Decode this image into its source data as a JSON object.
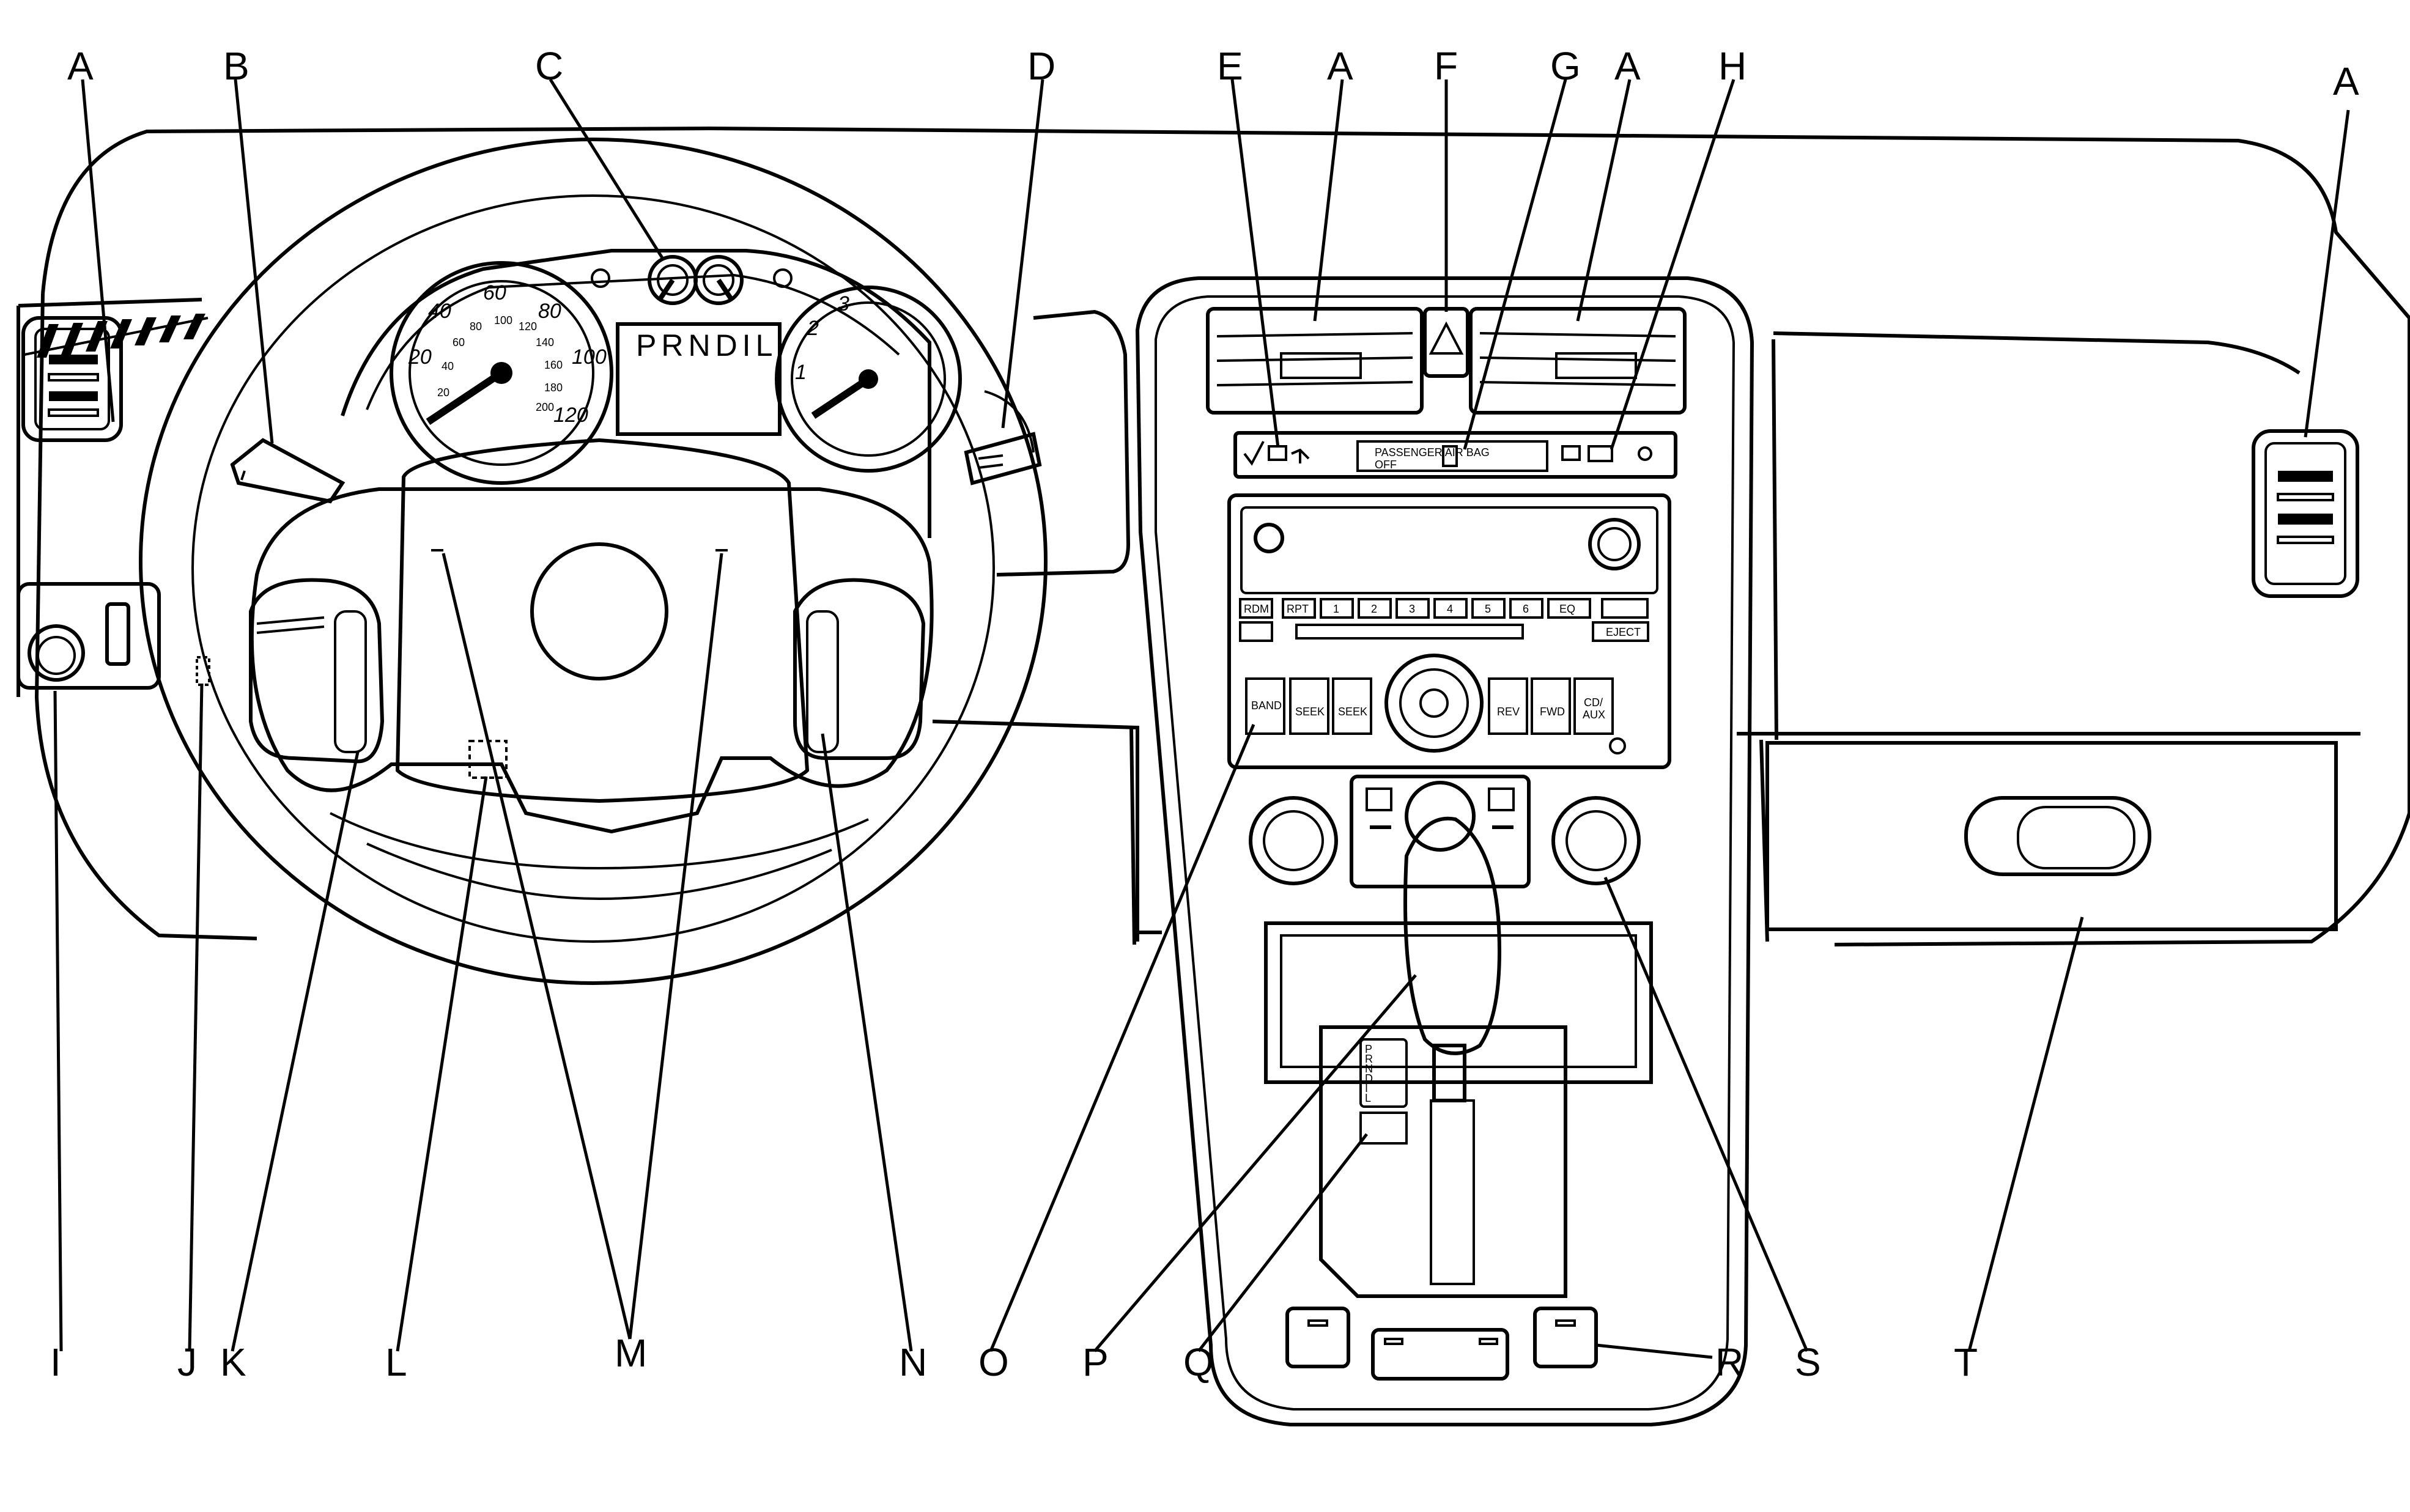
{
  "callouts": {
    "top": [
      "A",
      "B",
      "C",
      "D",
      "E",
      "A",
      "F",
      "G",
      "A",
      "H",
      "A"
    ],
    "bottom": [
      "I",
      "J",
      "K",
      "L",
      "M",
      "N",
      "O",
      "P",
      "Q",
      "R",
      "S",
      "T"
    ]
  },
  "cluster": {
    "prndl": "PRNDIL",
    "speedo_ticks": [
      "20",
      "40",
      "60",
      "80",
      "100",
      "120"
    ],
    "speedo_inner_ticks": [
      "20",
      "40",
      "60",
      "80",
      "100",
      "120",
      "140",
      "160",
      "180",
      "200"
    ],
    "tach_ticks": [
      "1",
      "2",
      "3"
    ]
  },
  "airbag_indicator": {
    "line1": "PASSENGER AIR BAG",
    "line2": "OFF"
  },
  "radio": {
    "row1": [
      "RDM",
      "RPT",
      "1",
      "2",
      "3",
      "4",
      "5",
      "6",
      "EQ"
    ],
    "eject": "EJECT",
    "band": "BAND",
    "seek_back": "SEEK",
    "seek_fwd": "SEEK",
    "rev": "REV",
    "fwd": "FWD",
    "cd_aux_1": "CD/",
    "cd_aux_2": "AUX"
  },
  "shifter_gate": [
    "P",
    "R",
    "N",
    "D",
    "I",
    "L"
  ]
}
